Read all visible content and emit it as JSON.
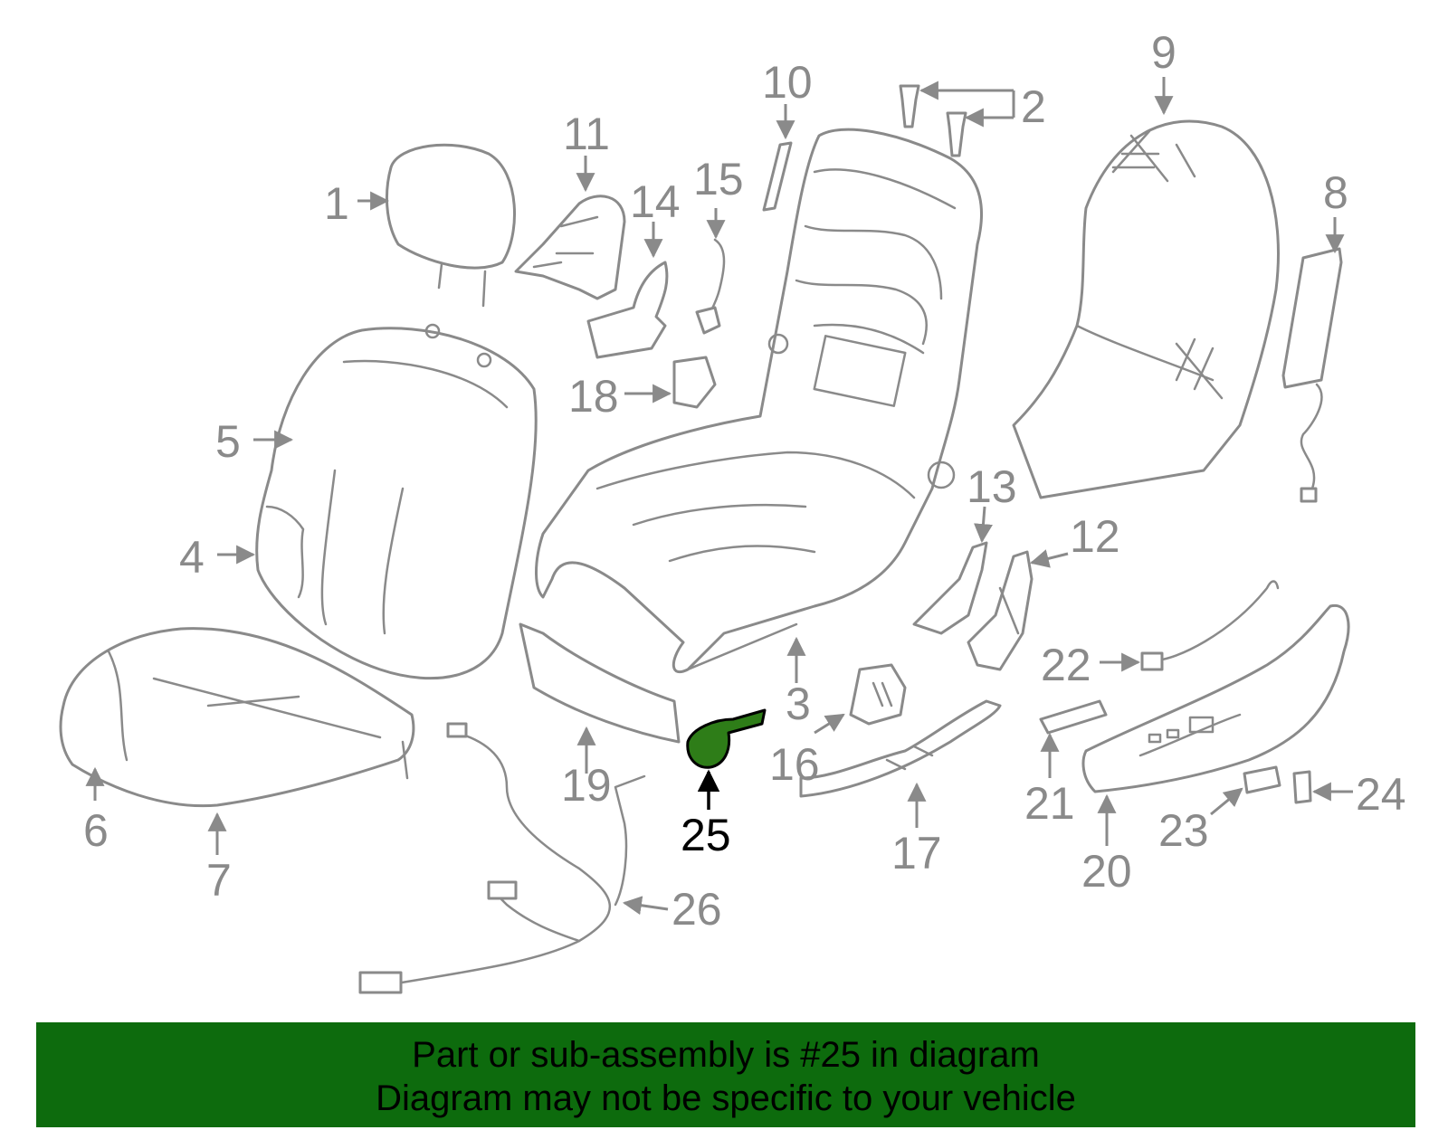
{
  "callouts": [
    "1",
    "2",
    "3",
    "4",
    "5",
    "6",
    "7",
    "8",
    "9",
    "10",
    "11",
    "12",
    "13",
    "14",
    "15",
    "16",
    "17",
    "18",
    "19",
    "20",
    "21",
    "22",
    "23",
    "24",
    "25",
    "26"
  ],
  "highlight": {
    "part_number": "25",
    "color": "#2e7d18"
  },
  "banner": {
    "line1": "Part or sub-assembly is #25 in diagram",
    "line2": "Diagram may not be specific to your vehicle",
    "background": "#0d6b0d"
  },
  "colors": {
    "line_art": "#8a8a8a",
    "highlight_label": "#000000"
  }
}
